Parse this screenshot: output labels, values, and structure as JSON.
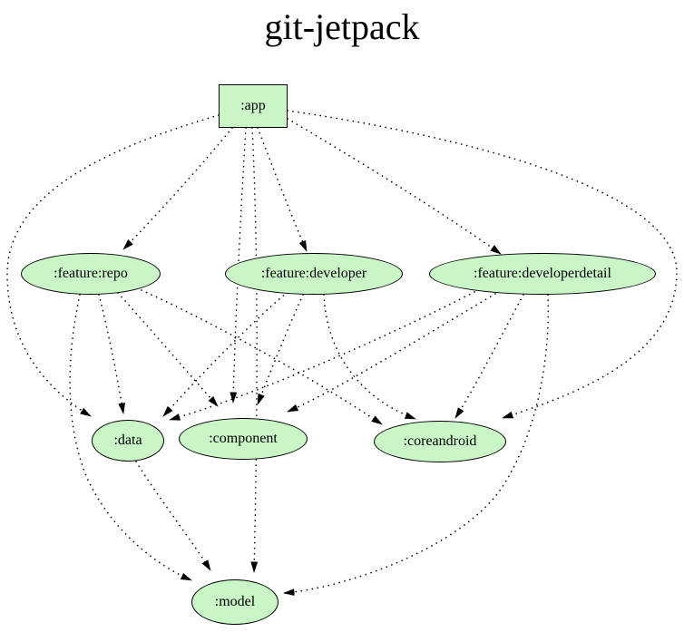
{
  "graph": {
    "title": "git-jetpack",
    "nodes": [
      {
        "id": "app",
        "label": ":app",
        "shape": "box"
      },
      {
        "id": "feature_repo",
        "label": ":feature:repo",
        "shape": "ellipse"
      },
      {
        "id": "feature_developer",
        "label": ":feature:developer",
        "shape": "ellipse"
      },
      {
        "id": "feature_developerdetail",
        "label": ":feature:developerdetail",
        "shape": "ellipse"
      },
      {
        "id": "data",
        "label": ":data",
        "shape": "ellipse"
      },
      {
        "id": "component",
        "label": ":component",
        "shape": "ellipse"
      },
      {
        "id": "coreandroid",
        "label": ":coreandroid",
        "shape": "ellipse"
      },
      {
        "id": "model",
        "label": ":model",
        "shape": "ellipse"
      }
    ],
    "edges": [
      {
        "from": "app",
        "to": "feature_repo"
      },
      {
        "from": "app",
        "to": "feature_developer"
      },
      {
        "from": "app",
        "to": "feature_developerdetail"
      },
      {
        "from": "app",
        "to": "data"
      },
      {
        "from": "app",
        "to": "component"
      },
      {
        "from": "app",
        "to": "coreandroid"
      },
      {
        "from": "app",
        "to": "model"
      },
      {
        "from": "feature_repo",
        "to": "data"
      },
      {
        "from": "feature_repo",
        "to": "component"
      },
      {
        "from": "feature_repo",
        "to": "coreandroid"
      },
      {
        "from": "feature_repo",
        "to": "model"
      },
      {
        "from": "feature_developer",
        "to": "data"
      },
      {
        "from": "feature_developer",
        "to": "component"
      },
      {
        "from": "feature_developer",
        "to": "coreandroid"
      },
      {
        "from": "feature_developerdetail",
        "to": "data"
      },
      {
        "from": "feature_developerdetail",
        "to": "component"
      },
      {
        "from": "feature_developerdetail",
        "to": "coreandroid"
      },
      {
        "from": "feature_developerdetail",
        "to": "model"
      },
      {
        "from": "data",
        "to": "model"
      }
    ],
    "style": {
      "node_fill": "#c9f5c7",
      "node_border": "#000000",
      "edge_color": "#000000",
      "edge_style": "dotted",
      "background": "#ffffff"
    }
  }
}
